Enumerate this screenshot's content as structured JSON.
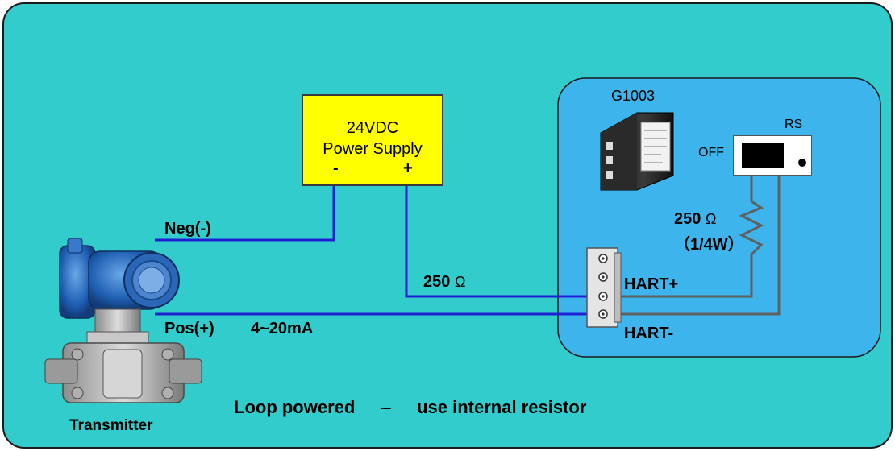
{
  "colors": {
    "background_panel": "#33cccc",
    "module_panel": "#3db4ec",
    "psu_fill": "#ffff00",
    "signal_wire": "#1f1fd6",
    "resistor_wire": "#606060"
  },
  "power_supply": {
    "line1": "24VDC",
    "line2": "Power Supply",
    "neg": "-",
    "pos": "+"
  },
  "module": {
    "name": "G1003",
    "switch_label": "RS",
    "switch_state": "OFF",
    "resistor_value": "250",
    "resistor_unit": "Ω",
    "resistor_power": "（1/4W）",
    "terminal_pos": "HART+",
    "terminal_neg": "HART-",
    "icon": "din-rail-module-icon"
  },
  "wires": {
    "neg": "Neg(-)",
    "pos": "Pos(+)",
    "current": "4~20mA",
    "external_resistor_value": "250",
    "external_resistor_unit": "Ω"
  },
  "transmitter": {
    "label": "Transmitter",
    "icon": "pressure-transmitter-icon"
  },
  "caption": {
    "part1": "Loop powered",
    "dash": "–",
    "part2": "use internal resistor"
  }
}
